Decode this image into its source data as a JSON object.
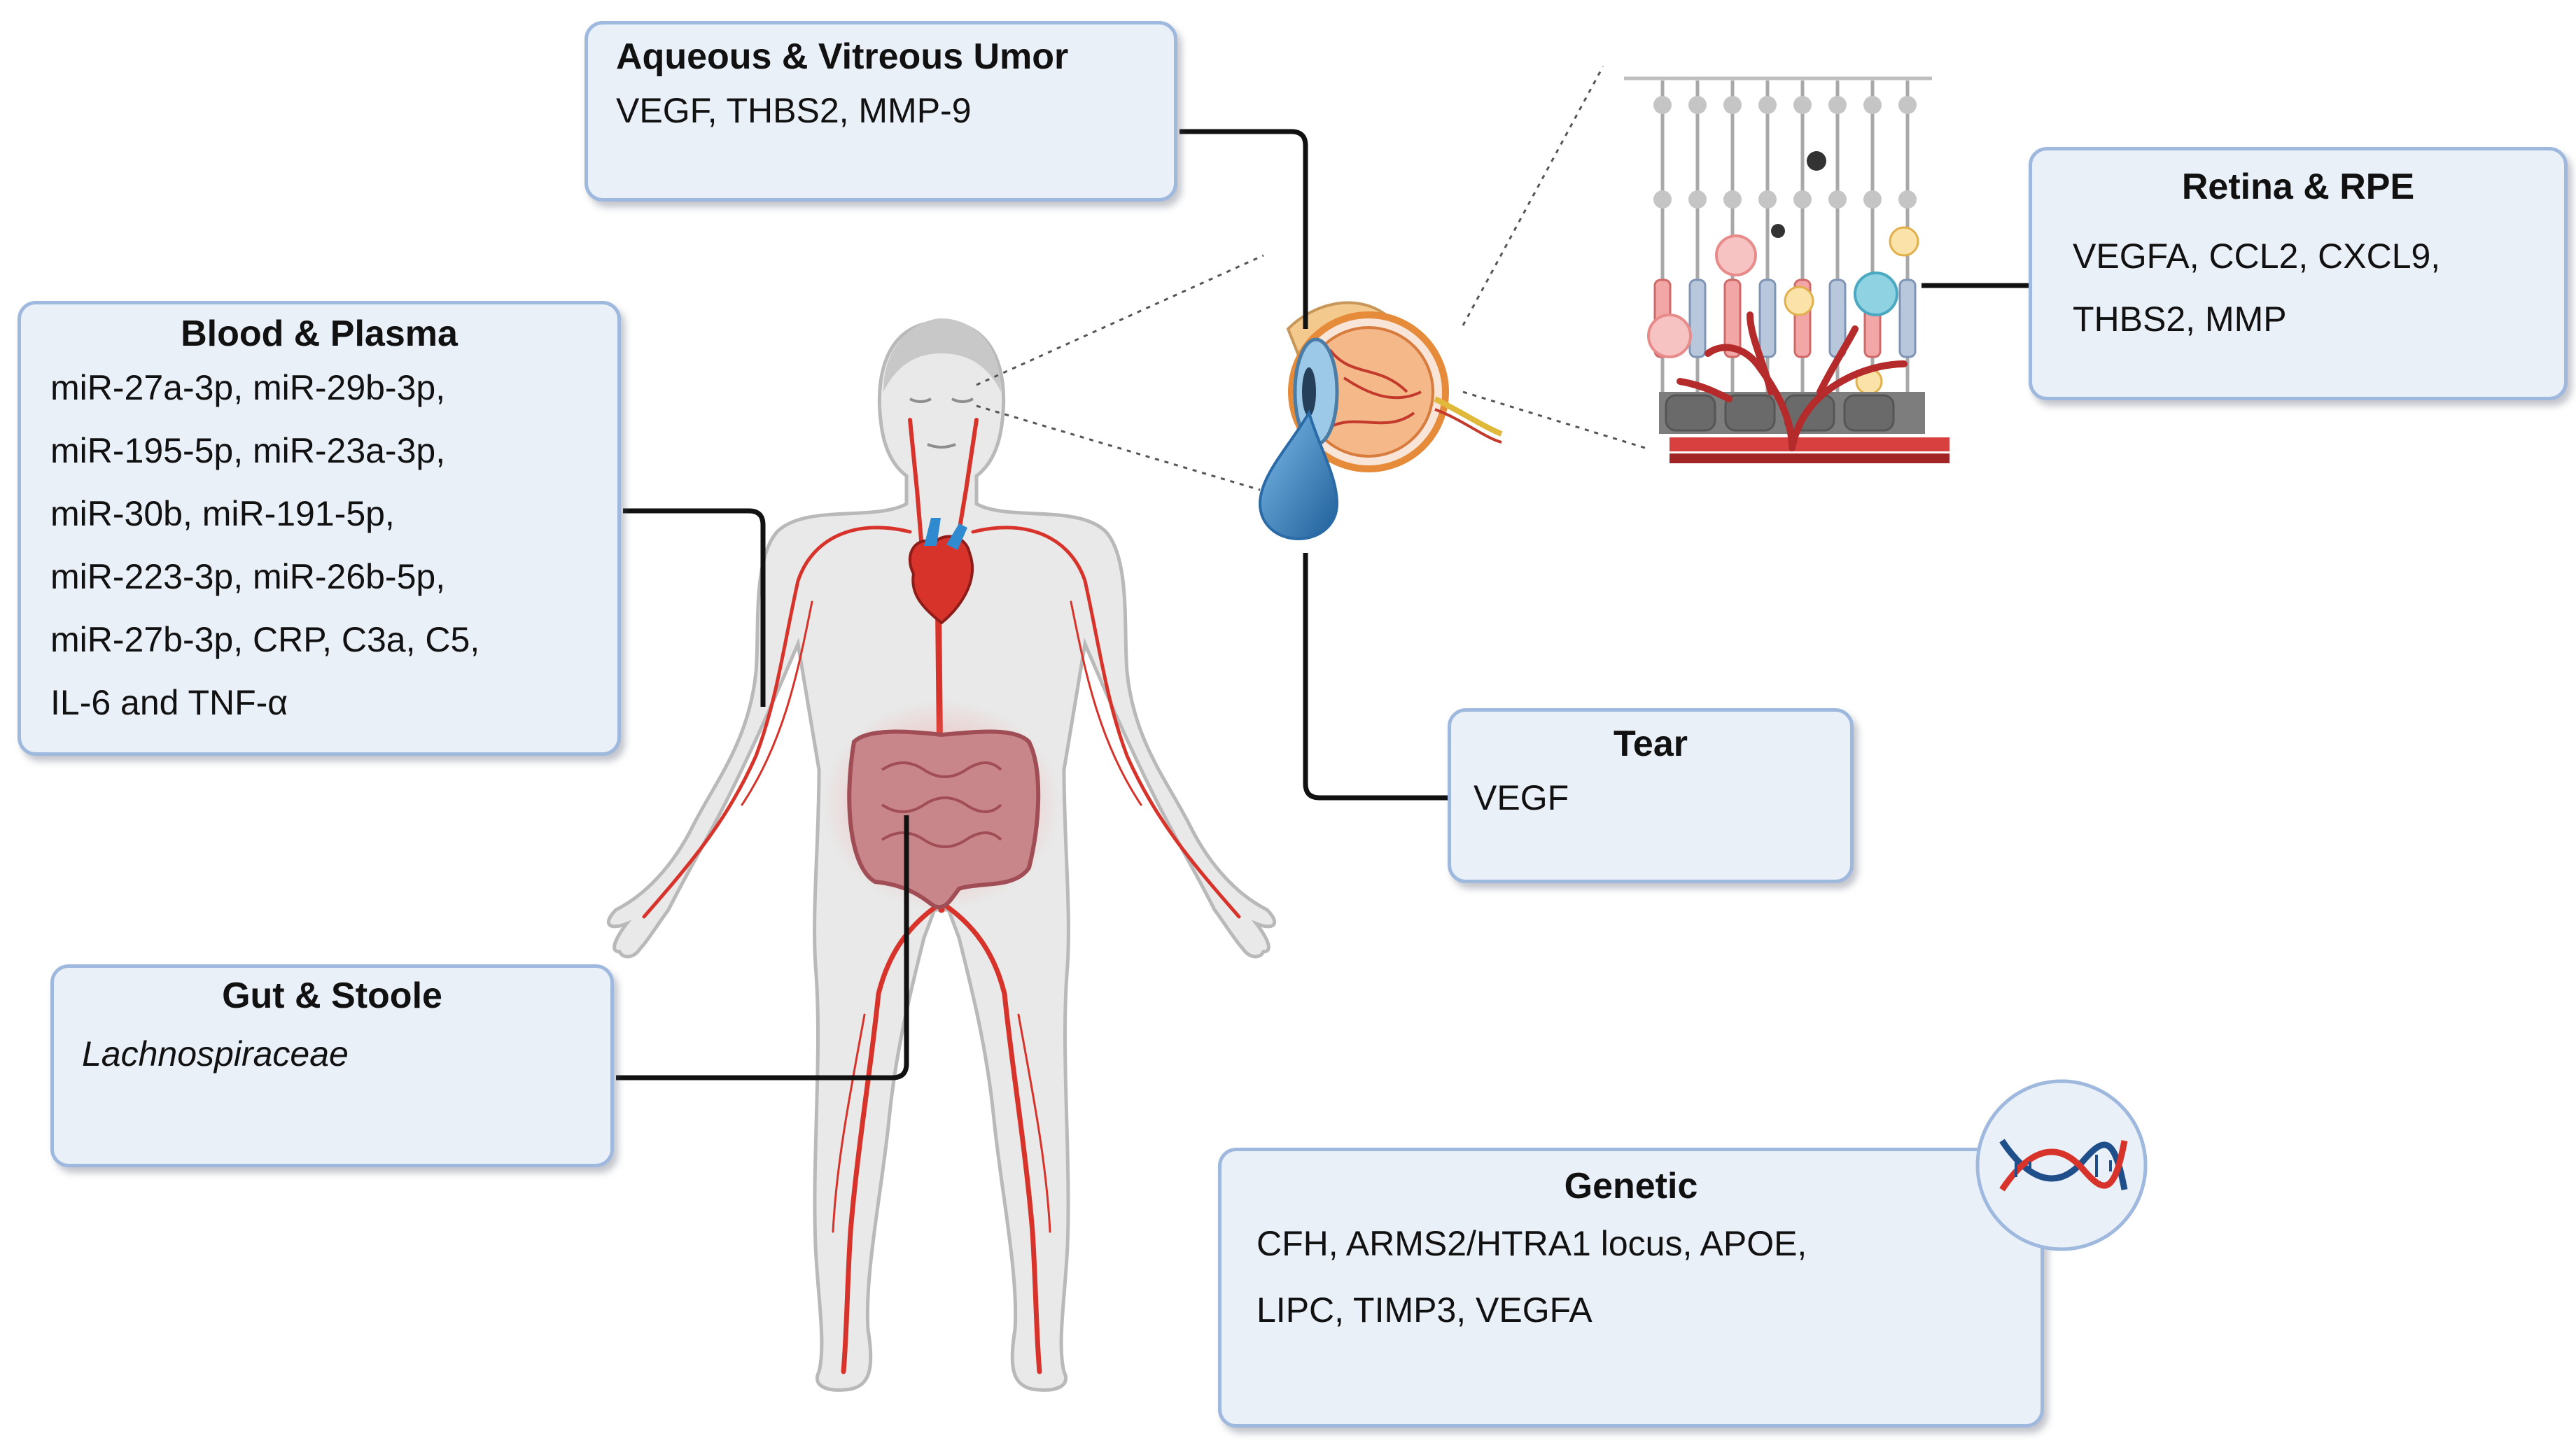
{
  "boxes": {
    "aqueous": {
      "title": "Aqueous & Vitreous Umor",
      "lines": [
        "VEGF, THBS2, MMP-9"
      ]
    },
    "blood": {
      "title": "Blood & Plasma",
      "lines": [
        "miR-27a-3p, miR-29b-3p,",
        "miR-195-5p, miR-23a-3p,",
        "miR-30b, miR-191-5p,",
        "miR-223-3p, miR-26b-5p,",
        "miR-27b-3p, CRP, C3a, C5,",
        "IL-6 and TNF-α"
      ]
    },
    "retina": {
      "title": "Retina & RPE",
      "lines": [
        "VEGFA, CCL2, CXCL9,",
        "THBS2, MMP"
      ]
    },
    "tear": {
      "title": "Tear",
      "lines": [
        "VEGF"
      ]
    },
    "gut": {
      "title": "Gut & Stoole",
      "lines": [
        "Lachnospiraceae"
      ]
    },
    "genetic": {
      "title": "Genetic",
      "lines": [
        "CFH, ARMS2/HTRA1 locus, APOE,",
        "LIPC, TIMP3, VEGFA"
      ]
    }
  },
  "colors": {
    "box_fill": "#eaf0f8",
    "box_border": "#9fb8de",
    "connector": "#111111",
    "artery": "#d8332b",
    "body_fill": "#e8e8e8",
    "eye_drop": "#3a86c8"
  },
  "icons": [
    "human-body",
    "heart",
    "intestine",
    "eye",
    "tear-drop",
    "retina-layers",
    "dna-helix"
  ]
}
